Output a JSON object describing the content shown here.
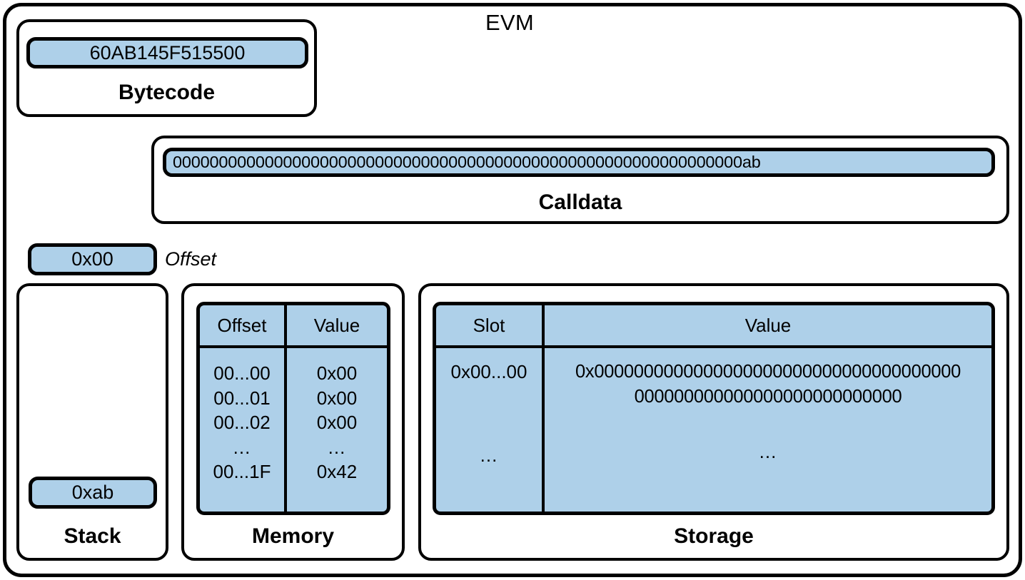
{
  "diagram": {
    "title": "EVM",
    "accent_blue": "#aed0e9",
    "stroke_color": "#000000",
    "background": "#ffffff"
  },
  "bytecode": {
    "label": "Bytecode",
    "value": "60AB145F515500"
  },
  "calldata": {
    "label": "Calldata",
    "value": "00000000000000000000000000000000000000000000000000000000000000ab"
  },
  "offset": {
    "label": "Offset",
    "value": "0x00"
  },
  "stack": {
    "label": "Stack",
    "items": [
      {
        "value": "0xab"
      }
    ]
  },
  "memory": {
    "label": "Memory",
    "columns": [
      "Offset",
      "Value"
    ],
    "rows": [
      {
        "offset": "00...00",
        "value": "0x00"
      },
      {
        "offset": "00...01",
        "value": "0x00"
      },
      {
        "offset": "00...02",
        "value": "0x00"
      },
      {
        "offset": "...",
        "value": "..."
      },
      {
        "offset": "00...1F",
        "value": "0x42"
      }
    ],
    "offsets_text": "00...00\n00...01\n00...02\n...\n00...1F",
    "values_text": "0x00\n0x00\n0x00\n...\n0x42"
  },
  "storage": {
    "label": "Storage",
    "columns": [
      "Slot",
      "Value"
    ],
    "rows": [
      {
        "slot": "0x00...00",
        "value": "0x0000000000000000000000000000000000000000000000000000000000000000"
      },
      {
        "slot": "...",
        "value": "..."
      }
    ],
    "slot_first": "0x00...00",
    "slot_ellipsis": "...",
    "value_first": "0x0000000000000000000000000000000000000000000000000000000000000000",
    "value_ellipsis": "..."
  }
}
